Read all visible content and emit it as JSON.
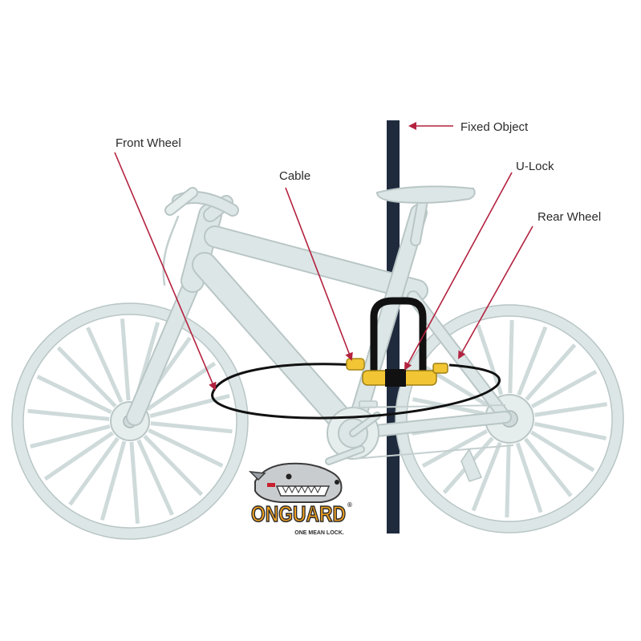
{
  "labels": {
    "fixed_object": "Fixed Object",
    "front_wheel": "Front Wheel",
    "cable": "Cable",
    "u_lock": "U-Lock",
    "rear_wheel": "Rear Wheel"
  },
  "logo": {
    "brand": "ONGUARD",
    "registered": "®",
    "tagline": "ONE MEAN LOCK."
  },
  "colors": {
    "bike": "#dde6e6",
    "bike_stroke": "#b9c6c6",
    "pole": "#1f2a3d",
    "arrow": "#b3223f",
    "lock_yellow": "#f2c534",
    "cable": "#111111",
    "logo_orange": "#f0a020"
  }
}
